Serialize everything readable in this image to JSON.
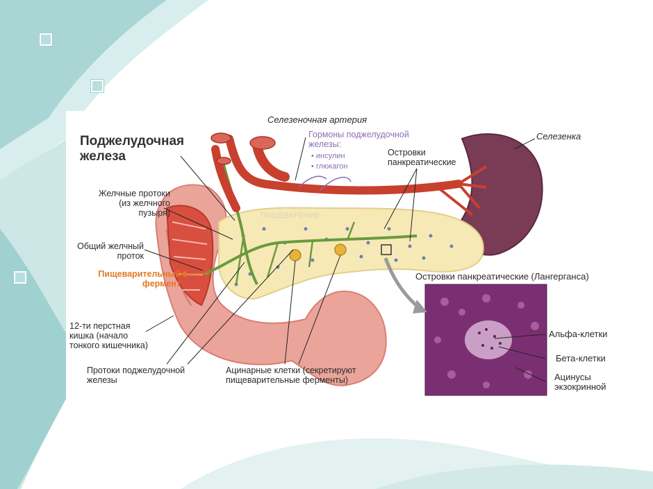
{
  "labels": {
    "pancreas": "Поджелудочная\nжелеза",
    "splenic_artery": "Селезеночная артерия",
    "hormones_title": "Гормоны поджелудочной\nжелезы:",
    "hormone_insulin": "• инсулин",
    "hormone_glucagon": "• глюкагон",
    "islets": "Островки\nпанкреатические",
    "spleen": "Селезенка",
    "bile_ducts": "Желчные протоки\n(из желчного\nпузыря)",
    "common_bile_duct": "Общий желчный\nпроток",
    "digestive_enzyme": "Пищеварительный\nфермент",
    "duodenum": "12-ти перстная\nкишка (начало\nтонкого кишечника)",
    "pancreatic_ducts": "Протоки поджелудочной\nжелезы",
    "acinar_cells": "Ацинарные клетки (секретируют\nпищеварительные ферменты)",
    "islets_langerhans": "Островки панкреатические (Лангерганса)",
    "alpha_cells": "Альфа-клетки",
    "beta_cells": "Бета-клетки",
    "exocrine_acini": "Ацинусы\nэкзокринной",
    "watermark": "ПИЩЕВАРЕНИЕ"
  },
  "colors": {
    "teal_light": "#cfe9e8",
    "teal_mid": "#8fc9c7",
    "artery": "#c8402e",
    "pancreas_fill": "#f6e9b6",
    "duct_green": "#6a9a3e",
    "spleen": "#7a3b55",
    "intestine": "#eba49a",
    "histology": "#7b2f73",
    "hormone_text": "#8a6fb6",
    "enzyme_text": "#e07a22"
  }
}
